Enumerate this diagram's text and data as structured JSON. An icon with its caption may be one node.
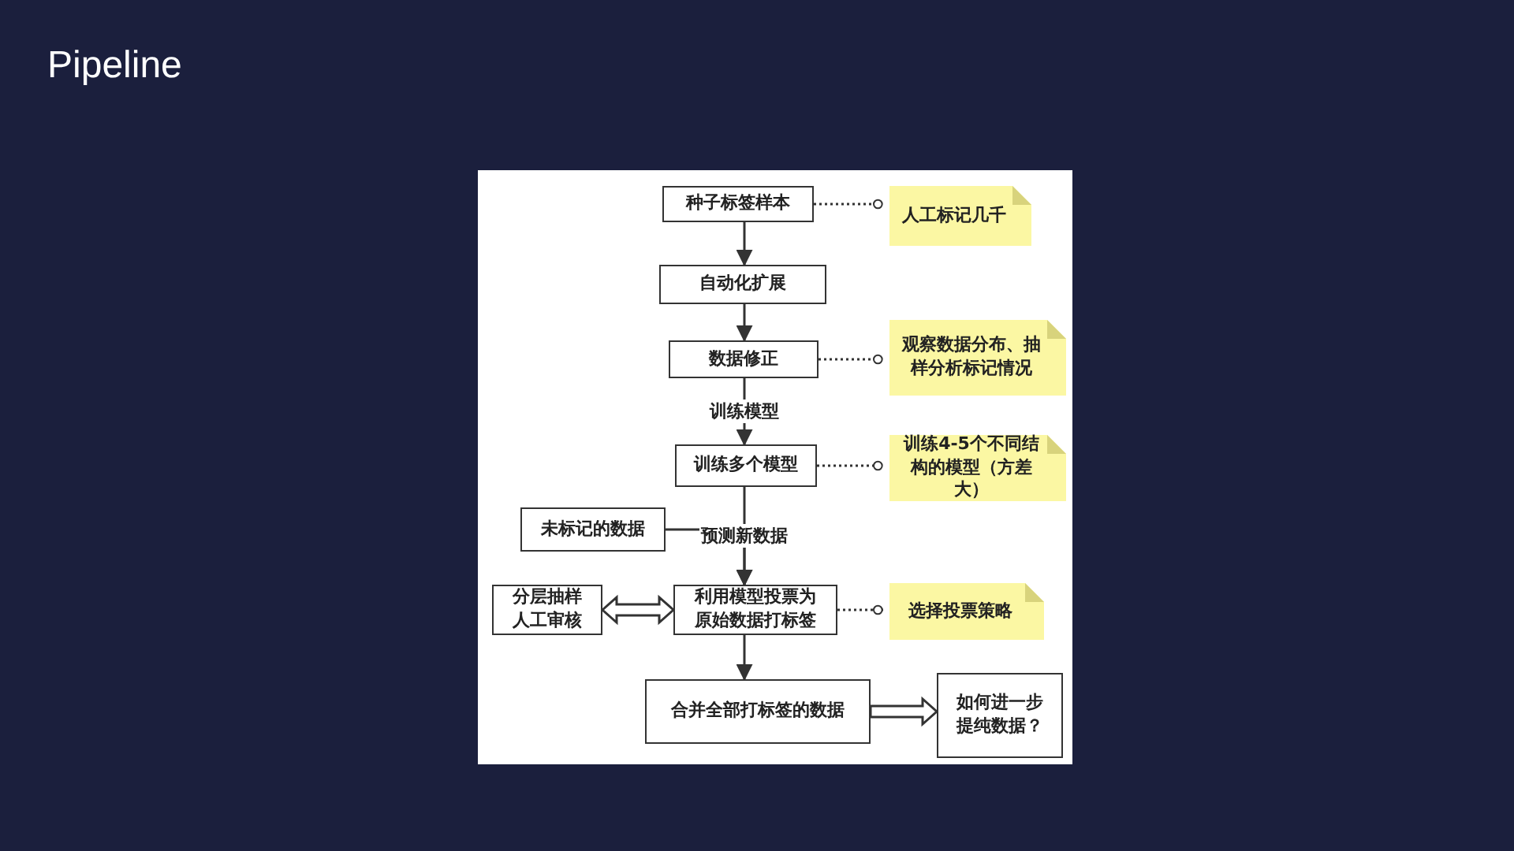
{
  "diagram": {
    "title": "Pipeline",
    "nodes": [
      {
        "text": [
          "种子标签样本"
        ]
      },
      {
        "text": [
          "人工标记几千"
        ]
      },
      {
        "text": [
          "自动化扩展"
        ]
      },
      {
        "text": [
          "数据修正"
        ]
      },
      {
        "text": [
          "观察数据分布、抽样分析标记情况"
        ]
      },
      {
        "text": [
          "训练多个模型"
        ]
      },
      {
        "text": [
          "训练4-5个不同结构的模型（方差大）"
        ]
      },
      {
        "text": [
          "未标记的数据"
        ]
      },
      {
        "text": [
          "利用模型投票为原始数据打标签"
        ]
      },
      {
        "text": [
          "分层抽样人工审核"
        ]
      },
      {
        "text": [
          "选择投票策略"
        ]
      },
      {
        "text": [
          "合并全部打标签的数据"
        ]
      },
      {
        "text": [
          "如何进一步提纯数据？"
        ]
      }
    ],
    "edges": [
      {
        "from": 0,
        "to": 2,
        "arrow": "to"
      },
      {
        "from": 2,
        "to": 3,
        "arrow": "to"
      },
      {
        "from": 3,
        "to": 5,
        "arrow": "to",
        "label": "训练模型"
      },
      {
        "from": 5,
        "to": 8,
        "arrow": "to",
        "label": "预测新数据"
      },
      {
        "from": 7,
        "to": 8,
        "arrow": "to"
      },
      {
        "from": 9,
        "to": 8,
        "arrow": "both",
        "style": "thick"
      },
      {
        "from": 8,
        "to": 11,
        "arrow": "to"
      },
      {
        "from": 11,
        "to": 12,
        "arrow": "to",
        "style": "thick"
      },
      {
        "from": 0,
        "to": 1,
        "arrow": "other",
        "style": "dashed"
      },
      {
        "from": 3,
        "to": 4,
        "arrow": "other",
        "style": "dashed"
      },
      {
        "from": 5,
        "to": 6,
        "arrow": "other",
        "style": "dashed"
      },
      {
        "from": 8,
        "to": 10,
        "arrow": "other",
        "style": "dashed"
      }
    ]
  }
}
